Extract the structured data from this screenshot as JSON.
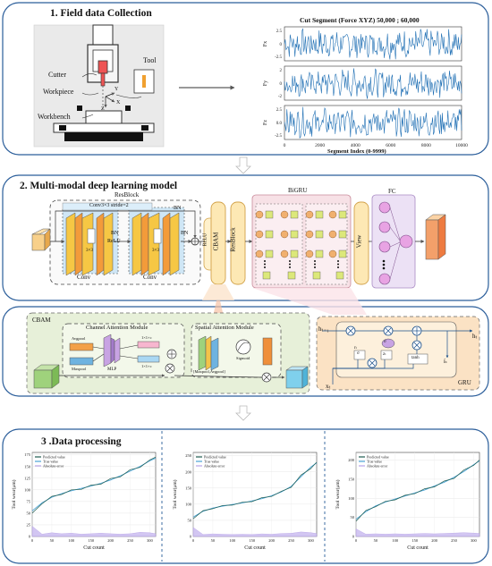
{
  "sections": {
    "s1_title": "1. Field data Collection",
    "s2_title": "2. Multi-modal deep learning model",
    "s3_title": "3 .Data processing"
  },
  "machine": {
    "cutter": "Cutter",
    "tool": "Tool",
    "workpiece": "Workpiece",
    "workbench": "Workbench",
    "axis_y": "Y",
    "axis_x": "X",
    "axis_z": "Z"
  },
  "signal_chart": {
    "title": "Cut Segment (Force XYZ) 50,000 ; 60,000",
    "xlabel": "Segment Index (0-9999)",
    "x_ticks": [
      "0",
      "2000",
      "4000",
      "6000",
      "8000",
      "10000"
    ],
    "panels": [
      {
        "label": "Fx",
        "ticks": [
          "2.5",
          "0",
          "-2.5"
        ]
      },
      {
        "label": "Fy",
        "ticks": [
          "2",
          "0",
          "-2"
        ]
      },
      {
        "label": "Fz",
        "ticks": [
          "2.5",
          "0.0",
          "-2.5"
        ]
      }
    ]
  },
  "model": {
    "resblock_title": "ResBlock",
    "conv_stride": "Conv3×3 stride=2",
    "bn": "BN",
    "relu": "ReLU",
    "conv": "Conv",
    "k3": "3×3",
    "cbam": "CBAM",
    "resblock_v": "ResBlock",
    "bigru": "BiGRU",
    "view": "View",
    "fc": "FC"
  },
  "cbam_detail": {
    "title": "CBAM",
    "channel_module": "Channel Attention Module",
    "spatial_module": "Spatial Attention Module",
    "avgpool": "Avgpool",
    "maxpool": "Maxpool",
    "mlp": "MLP",
    "one_by_c": "1×1×c",
    "sigmoid": "Sigmoid",
    "maxpool_avgpool": "[Maxpool,Avgpool]"
  },
  "gru_detail": {
    "title": "GRU",
    "h_prev": "hₜ₋₁",
    "h_t": "hₜ",
    "x_t": "xₜ",
    "r_t": "rₜ",
    "z_t": "zₜ",
    "h_tilde": "h̃ₜ",
    "tanh": "tanh",
    "sigma": "σ"
  },
  "chart_data": [
    {
      "type": "line",
      "xlabel": "Cut count",
      "ylabel": "Tool wear(μm)",
      "legend": [
        "Predicted value",
        "True value",
        "Absolute error"
      ],
      "legend_placement": "top-left",
      "x_ticks": [
        0,
        50,
        100,
        150,
        200,
        250,
        300
      ],
      "y_ticks": [
        0,
        25,
        50,
        75,
        100,
        125,
        150,
        175
      ],
      "xlim": [
        0,
        315
      ],
      "ylim": [
        0,
        180
      ],
      "x": [
        0,
        25,
        50,
        75,
        100,
        125,
        150,
        175,
        200,
        225,
        250,
        275,
        300,
        315
      ],
      "series": [
        {
          "name": "True value",
          "values": [
            55,
            72,
            84,
            92,
            98,
            103,
            108,
            114,
            121,
            130,
            140,
            150,
            162,
            168
          ]
        },
        {
          "name": "Predicted value",
          "values": [
            50,
            70,
            86,
            90,
            100,
            101,
            110,
            112,
            124,
            128,
            143,
            148,
            164,
            170
          ]
        },
        {
          "name": "Absolute error",
          "values": [
            22,
            5,
            8,
            6,
            7,
            5,
            6,
            7,
            6,
            5,
            6,
            9,
            8,
            6
          ]
        }
      ],
      "grid": true
    },
    {
      "type": "line",
      "xlabel": "Cut count",
      "ylabel": "Tool wear(μm)",
      "legend": [
        "Predicted value",
        "True value",
        "Absolute error"
      ],
      "legend_placement": "top-left",
      "x_ticks": [
        0,
        50,
        100,
        150,
        200,
        250,
        300
      ],
      "y_ticks": [
        0,
        50,
        100,
        150,
        200,
        250
      ],
      "xlim": [
        0,
        315
      ],
      "ylim": [
        0,
        260
      ],
      "x": [
        0,
        25,
        50,
        75,
        100,
        125,
        150,
        175,
        200,
        225,
        250,
        275,
        300,
        315
      ],
      "series": [
        {
          "name": "True value",
          "values": [
            60,
            78,
            88,
            94,
            99,
            104,
            110,
            117,
            126,
            138,
            155,
            185,
            215,
            228
          ]
        },
        {
          "name": "Predicted value",
          "values": [
            55,
            80,
            86,
            96,
            97,
            106,
            108,
            120,
            124,
            140,
            152,
            190,
            210,
            230
          ]
        },
        {
          "name": "Absolute error",
          "values": [
            28,
            6,
            8,
            7,
            6,
            7,
            6,
            8,
            7,
            9,
            10,
            14,
            12,
            9
          ]
        }
      ],
      "grid": true
    },
    {
      "type": "line",
      "xlabel": "Cut count",
      "ylabel": "Tool wear(μm)",
      "legend": [
        "Predicted value",
        "True value",
        "Absolute error"
      ],
      "legend_placement": "top-left",
      "x_ticks": [
        0,
        50,
        100,
        150,
        200,
        250,
        300
      ],
      "y_ticks": [
        0,
        50,
        100,
        150,
        200
      ],
      "xlim": [
        0,
        315
      ],
      "ylim": [
        0,
        220
      ],
      "x": [
        0,
        25,
        50,
        75,
        100,
        125,
        150,
        175,
        200,
        225,
        250,
        275,
        300,
        315
      ],
      "series": [
        {
          "name": "True value",
          "values": [
            45,
            65,
            80,
            90,
            98,
            106,
            114,
            122,
            132,
            142,
            155,
            170,
            188,
            198
          ]
        },
        {
          "name": "Predicted value",
          "values": [
            40,
            68,
            78,
            92,
            96,
            108,
            112,
            125,
            130,
            145,
            152,
            174,
            186,
            200
          ]
        },
        {
          "name": "Absolute error",
          "values": [
            20,
            6,
            7,
            6,
            7,
            6,
            7,
            8,
            7,
            8,
            9,
            10,
            9,
            8
          ]
        }
      ],
      "grid": true
    }
  ]
}
